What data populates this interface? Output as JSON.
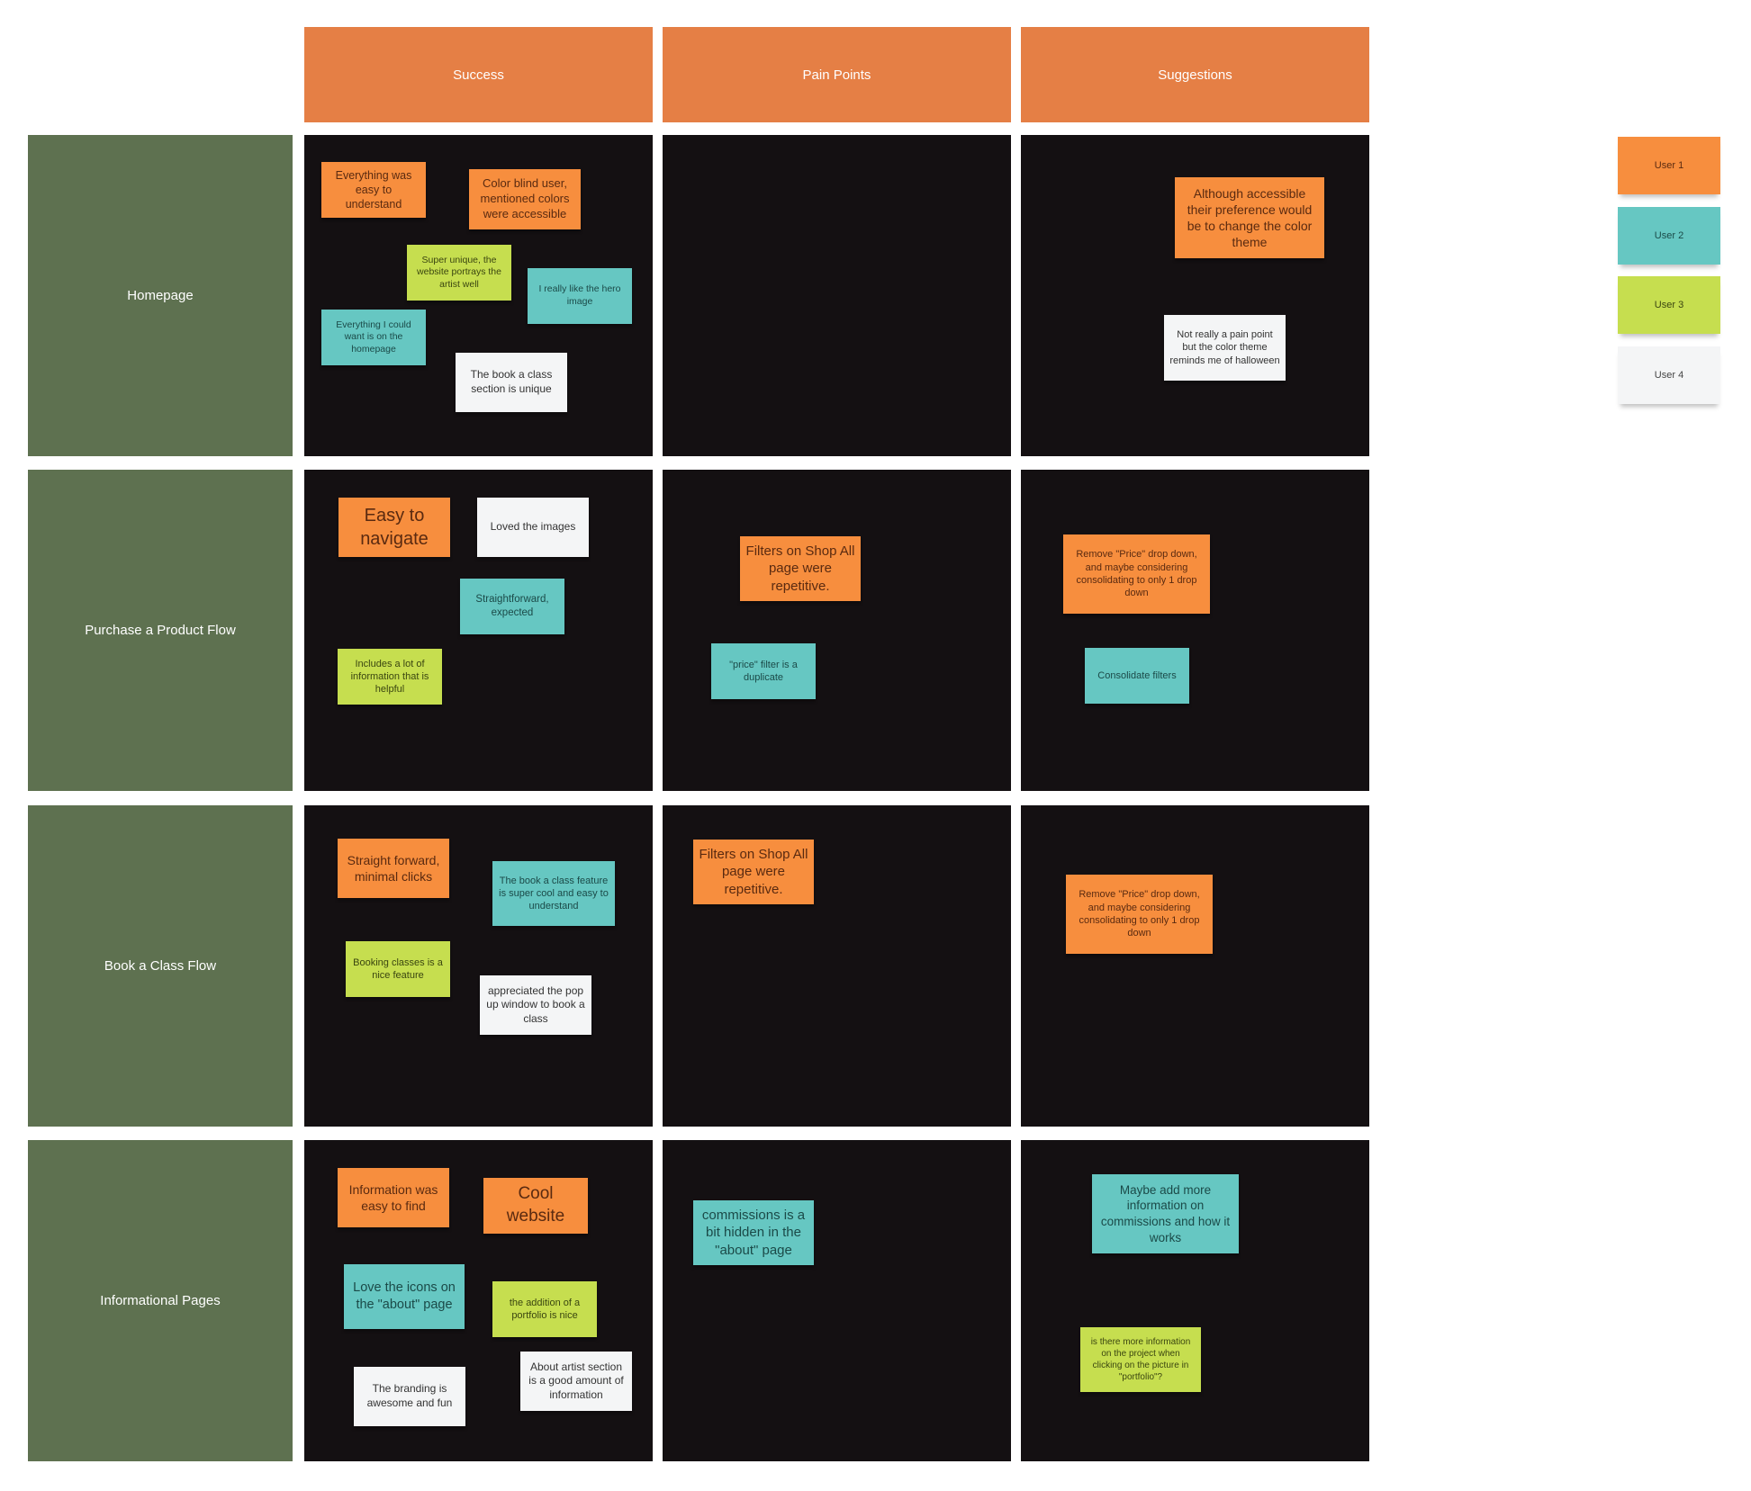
{
  "board": {
    "columns": [
      "Success",
      "Pain Points",
      "Suggestions"
    ],
    "rows": [
      "Homepage",
      "Purchase a Product Flow",
      "Book a Class Flow",
      "Informational Pages"
    ]
  },
  "legend": [
    {
      "label": "User 1",
      "color": "orange"
    },
    {
      "label": "User 2",
      "color": "teal"
    },
    {
      "label": "User 3",
      "color": "lime"
    },
    {
      "label": "User 4",
      "color": "white"
    }
  ],
  "colors": {
    "header": "#E57F45",
    "row_header": "#5E7150",
    "cell": "#141012",
    "orange": "#F78E3E",
    "teal": "#66C7C2",
    "lime": "#C6DE4F",
    "white": "#F4F5F6"
  },
  "notes": {
    "homepage": {
      "success": [
        "Everything was easy to understand",
        "Color blind user, mentioned colors were accessible",
        "Super unique, the website portrays the artist well",
        "I really like the hero image",
        "Everything I could want is on the homepage",
        "The book a class section is unique"
      ],
      "pain_points": [],
      "suggestions": [
        "Although accessible their preference would be to change the color theme",
        "Not really a pain point but the color theme reminds me of halloween"
      ]
    },
    "purchase": {
      "success": [
        "Easy to navigate",
        "Loved the images",
        "Straightforward, expected",
        "Includes a lot of information that is helpful"
      ],
      "pain_points": [
        "Filters on Shop All page were repetitive.",
        "\"price\" filter is a duplicate"
      ],
      "suggestions": [
        "Remove \"Price\" drop down, and maybe considering consolidating to only 1 drop down",
        "Consolidate filters"
      ]
    },
    "book_class": {
      "success": [
        "Straight forward, minimal clicks",
        "The book a class feature is super cool and easy to understand",
        "Booking classes is a nice feature",
        "appreciated the pop up window to book a class"
      ],
      "pain_points": [
        "Filters on Shop All page were repetitive."
      ],
      "suggestions": [
        "Remove \"Price\" drop down, and maybe considering consolidating to only 1 drop down"
      ]
    },
    "informational": {
      "success": [
        "Information was easy to find",
        "Cool website",
        "Love the icons on the \"about\" page",
        "the addition of a portfolio is nice",
        "The branding is awesome and fun",
        "About artist section is a good amount of information"
      ],
      "pain_points": [
        "commissions is a bit hidden in the \"about\" page"
      ],
      "suggestions": [
        "Maybe add more information on commissions and how it works",
        "is there more information on the project when clicking on the picture in \"portfolio\"?"
      ]
    }
  }
}
